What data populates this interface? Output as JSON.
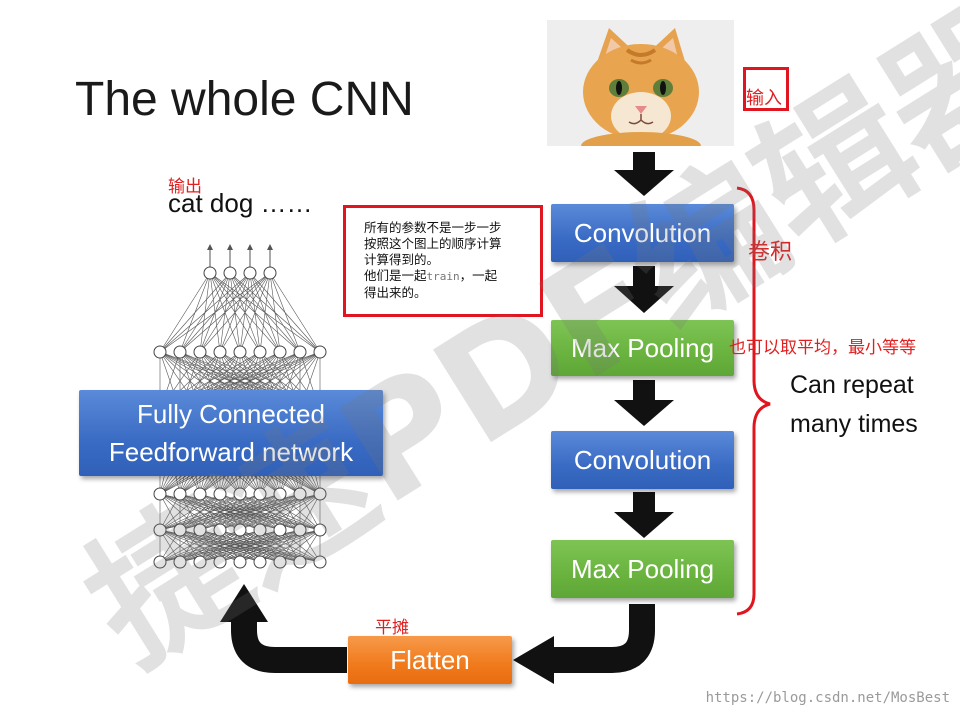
{
  "title": "The whole CNN",
  "input_label": "输入",
  "output": {
    "label": "输出",
    "text": "cat dog ……"
  },
  "pipeline": {
    "conv1": "Convolution",
    "pool1": "Max Pooling",
    "conv2": "Convolution",
    "pool2": "Max Pooling",
    "flatten": "Flatten"
  },
  "annotations": {
    "conv_label": "卷积",
    "pool_note": "也可以取平均，最小等等",
    "flatten_label": "平摊",
    "repeat_line1": "Can repeat",
    "repeat_line2": "many times"
  },
  "note": {
    "line1": "所有的参数不是一步一步",
    "line2": "按照这个图上的顺序计算",
    "line3": "计算得到的。",
    "line4_a": "他们是一起",
    "line4_mono": "train",
    "line4_b": "，一起",
    "line5": "得出来的。"
  },
  "fc": {
    "line1": "Fully Connected",
    "line2": "Feedforward network"
  },
  "watermark": {
    "text": "捷速PDF编辑器",
    "url": "https://blog.csdn.net/MosBest"
  },
  "colors": {
    "conv": "#3a6bc4",
    "pool": "#6ab33f",
    "flatten": "#f07a1c",
    "annotation": "#e02020"
  }
}
